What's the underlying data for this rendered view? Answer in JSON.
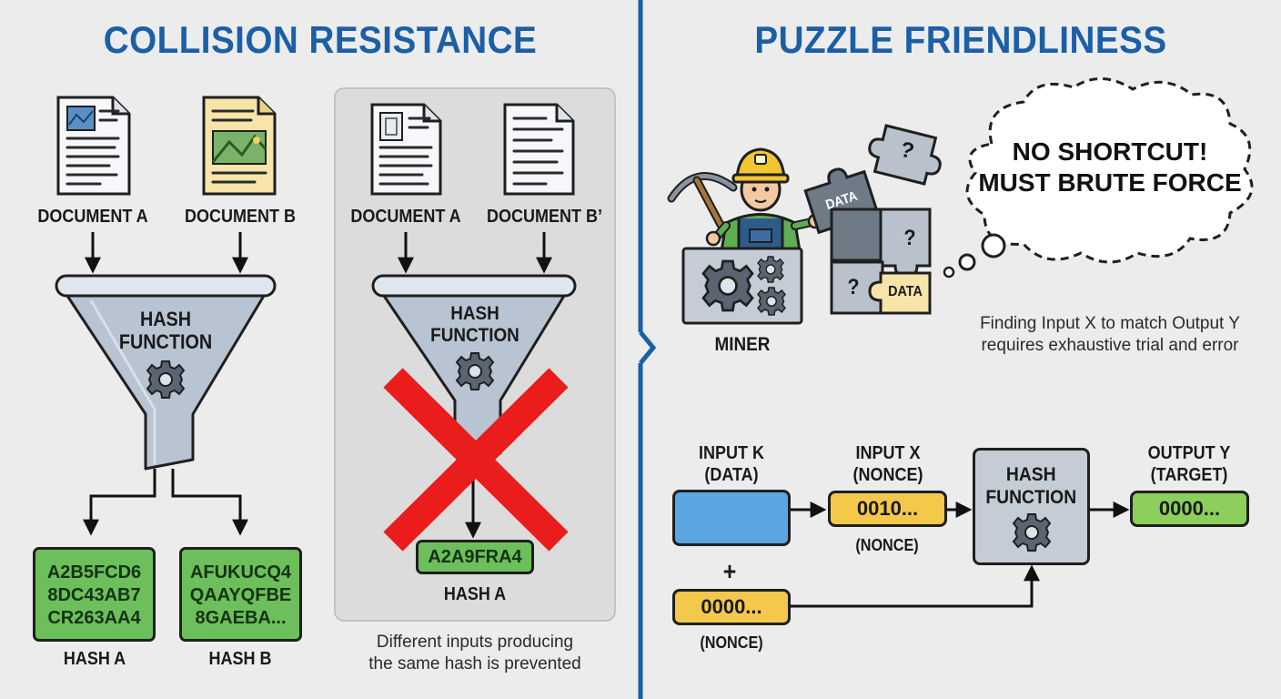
{
  "collision": {
    "title": "COLLISION RESISTANCE",
    "left": {
      "doc_a": "DOCUMENT A",
      "doc_b": "DOCUMENT B",
      "funnel_label": [
        "HASH",
        "FUNCTION"
      ],
      "hash_a_value": [
        "A2B5FCD6",
        "8DC43AB7",
        "CR263AA4"
      ],
      "hash_b_value": [
        "AFUKUCQ4",
        "QAAYQFBE",
        "8GAEBA..."
      ],
      "hash_a_label": "HASH A",
      "hash_b_label": "HASH B"
    },
    "right": {
      "doc_a": "DOCUMENT A",
      "doc_b": "DOCUMENT B’",
      "funnel_label": [
        "HASH",
        "FUNCTION"
      ],
      "hash_value": "A2A9FRA4",
      "hash_label": "HASH A",
      "caption": [
        "Different inputs producing",
        "the same hash is prevented"
      ]
    }
  },
  "puzzle": {
    "title": "PUZZLE FRIENDLINESS",
    "miner_label": "MINER",
    "puzzle_pieces": {
      "data1": "DATA",
      "data2": "DATA",
      "q": "?"
    },
    "thought": [
      "NO SHORTCUT!",
      "MUST BRUTE FORCE"
    ],
    "caption": [
      "Finding Input X to match Output Y",
      "requires exhaustive trial and error"
    ],
    "flow": {
      "input_k": [
        "INPUT K",
        "(DATA)"
      ],
      "input_x": [
        "INPUT X",
        "(NONCE)"
      ],
      "input_x_value": "0010...",
      "input_x_sub": "(NONCE)",
      "plus": "+",
      "nonce_value": "0000...",
      "nonce_sub": "(NONCE)",
      "hash_label": [
        "HASH",
        "FUNCTION"
      ],
      "output_y": [
        "OUTPUT Y",
        "(TARGET)"
      ],
      "output_value": "0000..."
    }
  },
  "colors": {
    "title": "#1b5fa6",
    "divider": "#1b5fa6",
    "green_box": "#6cbf5a",
    "yellow_box": "#f4c84a",
    "blue_box": "#5aa6e0",
    "red_x": "#ea1c1c",
    "funnel": "#b8c4d2"
  },
  "icons": [
    "document-icon",
    "image-icon",
    "gear-icon",
    "lock-icon",
    "pickaxe-icon",
    "miner-icon",
    "puzzle-icon",
    "thought-cloud-icon",
    "arrow-icon",
    "cross-icon"
  ]
}
